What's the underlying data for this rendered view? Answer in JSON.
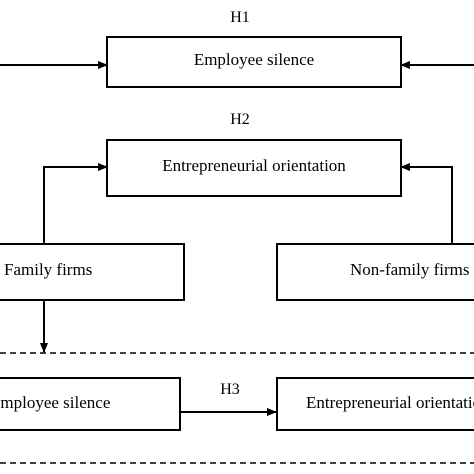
{
  "hypotheses": {
    "h1": "H1",
    "h2": "H2",
    "h3": "H3"
  },
  "boxes": {
    "top_employee_silence": "Employee silence",
    "top_entrepreneurial_orientation": "Entrepreneurial orientation",
    "family_firms": "Family firms",
    "non_family_firms": "Non-family firms",
    "bottom_employee_silence": "Employee silence",
    "bottom_entrepreneurial_orientation": "Entrepreneurial orientation"
  },
  "colors": {
    "stroke": "#000000",
    "background": "#ffffff",
    "text": "#000000"
  }
}
